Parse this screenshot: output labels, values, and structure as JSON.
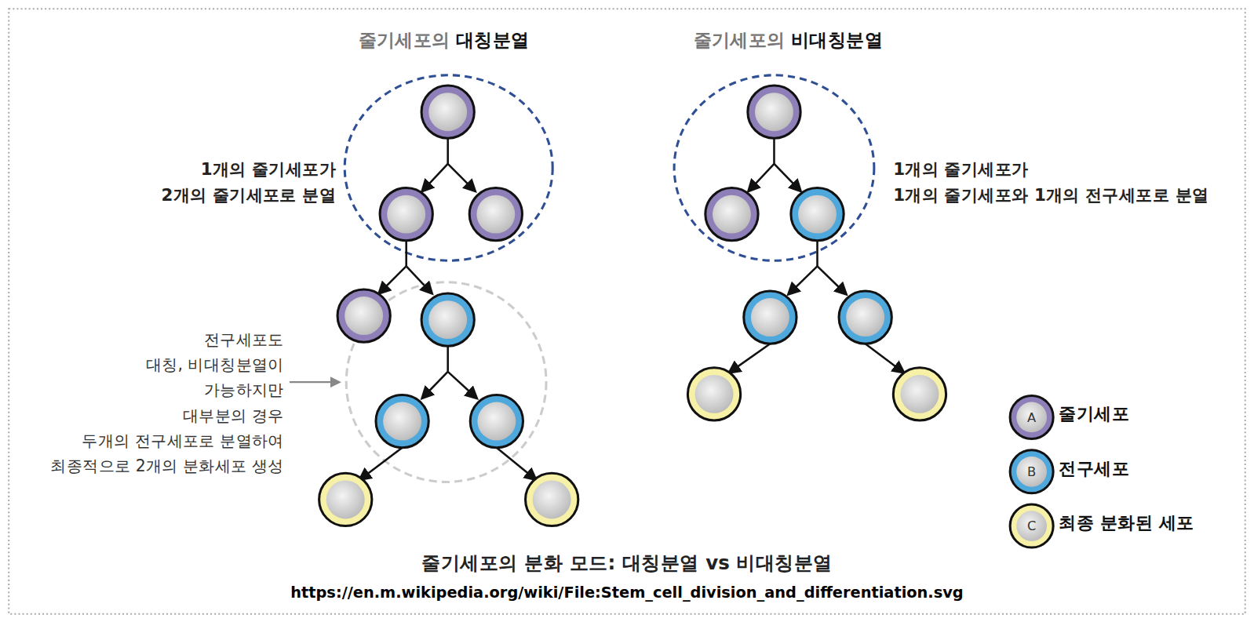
{
  "diagram": {
    "caption": "줄기세포의 분화 모드: 대칭분열 vs 비대칭분열",
    "labels": [
      "줄기세포의",
      "대칭분열",
      "줄기세포의",
      "비대칭분열",
      "1개의 줄기세포가",
      "2개의 줄기세포로 분열",
      "1개의 줄기세포가",
      "1개의 줄기세포와 1개의 전구세포로 분열",
      "전구세포도",
      "대칭, 비대칭분열이",
      "가능하지만",
      "대부분의 경우",
      "두개의 전구세포로 분열하여",
      "최종적으로 2개의 분화세포 생성",
      "A",
      "B",
      "C",
      "https://en.m.wikipedia.org/wiki/File:Stem_cell_division_and_differentiation.svg"
    ],
    "legend": [
      {
        "text": "줄기세포",
        "color": "#8e7fb9"
      },
      {
        "text": "전구세포",
        "color": "#4ea8dc"
      },
      {
        "text": "최종 분화된 세포",
        "color": "#f6f1a6"
      }
    ]
  }
}
